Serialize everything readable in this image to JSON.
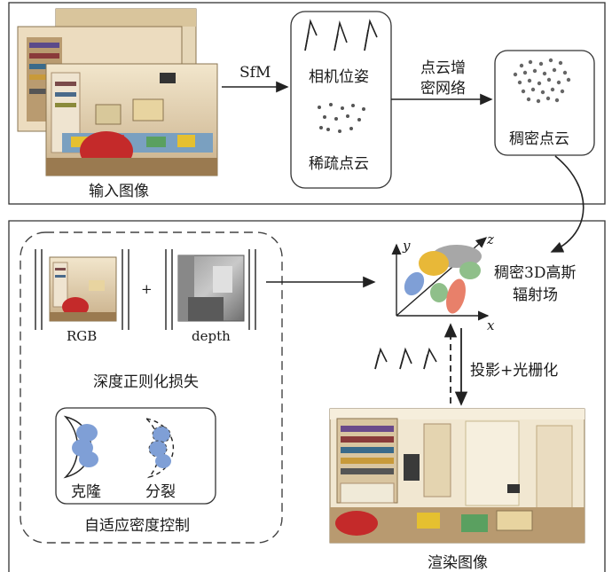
{
  "top_panel": {
    "input_label": "输入图像",
    "sfm_label": "SfM",
    "sfm_box": {
      "camera_pose_label": "相机位姿",
      "sparse_cloud_label": "稀疏点云"
    },
    "densify_label_line1": "点云增",
    "densify_label_line2": "密网络",
    "dense_cloud_label": "稠密点云"
  },
  "bottom_panel": {
    "rgb_label": "RGB",
    "plus_sign": "+",
    "depth_label": "depth",
    "depth_loss_label": "深度正则化损失",
    "adaptive": {
      "clone_label": "克隆",
      "split_label": "分裂",
      "title": "自适应密度控制"
    },
    "gaussian_field_line1": "稠密3D高斯",
    "gaussian_field_line2": "辐射场",
    "axis_x": "x",
    "axis_y": "y",
    "axis_z": "z",
    "projection_label": "投影+光栅化",
    "render_label": "渲染图像"
  },
  "colors": {
    "frame": "#333333",
    "gaussian_yellow": "#e8b838",
    "gaussian_gray": "#a7a7a7",
    "gaussian_blue": "#7f9fd6",
    "gaussian_green": "#8fbf8a",
    "gaussian_red": "#e8806a",
    "room_wall": "#e9dcc2"
  },
  "icons": [
    "camera-frustum-icon",
    "point-cloud-icon",
    "gaussian-ellipsoid-icon"
  ]
}
